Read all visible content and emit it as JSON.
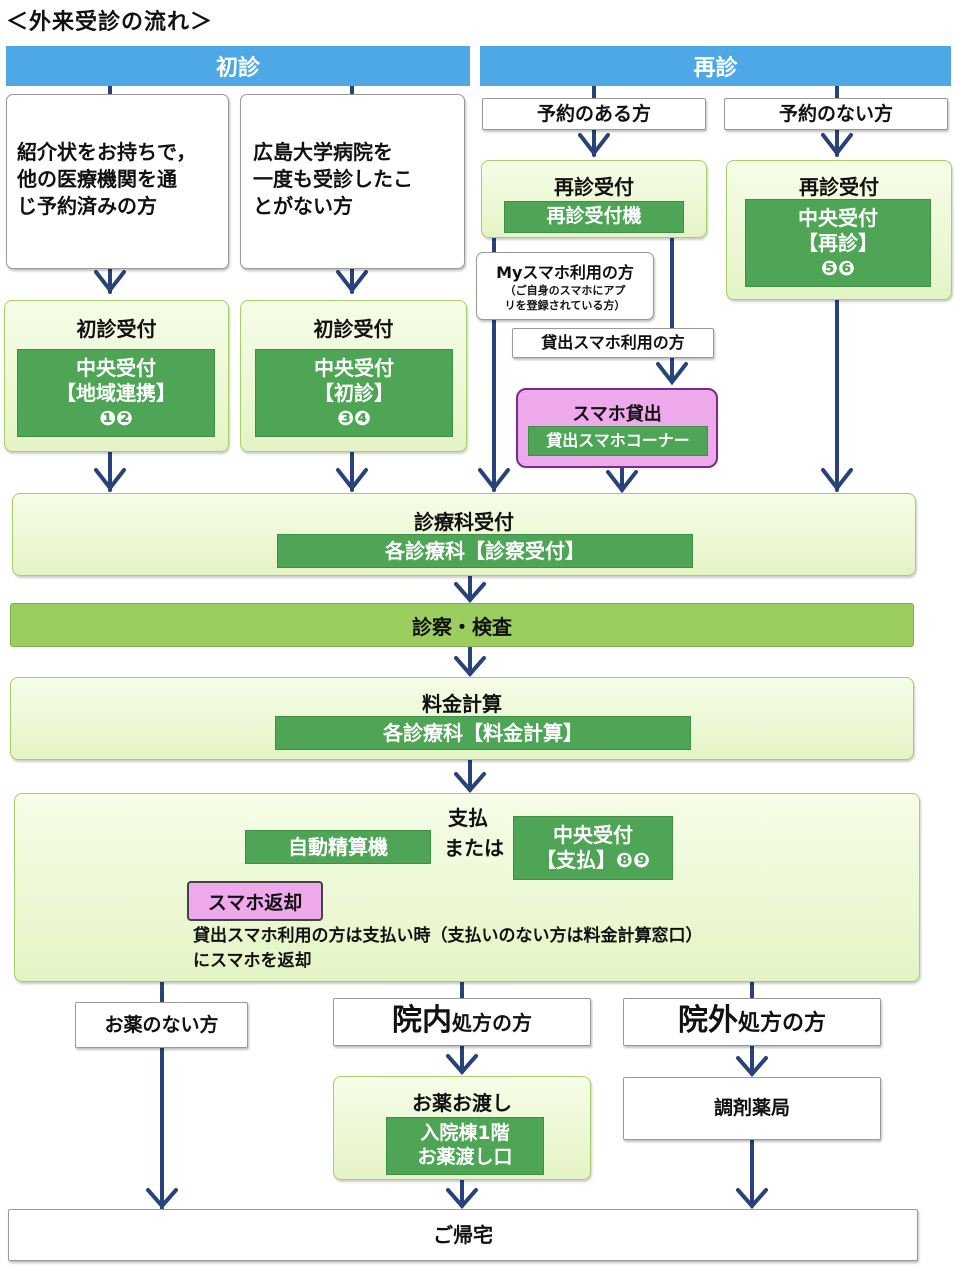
{
  "title": "＜外来受診の流れ＞",
  "headers": {
    "first_visit": "初診",
    "revisit": "再診"
  },
  "first": {
    "referral_text": [
      "紹介状をお持ちで，",
      "他の医療機関を通",
      "じ予約済みの方"
    ],
    "new_text": [
      "広島大学病院を",
      "一度も受診したこ",
      "とがない方"
    ],
    "reception_label": "初診受付",
    "left_counter": [
      "中央受付",
      "【地域連携】",
      "❶❷"
    ],
    "right_counter": [
      "中央受付",
      "【初診】",
      "❸❹"
    ]
  },
  "revisit": {
    "with_appointment": "予約のある方",
    "without_appointment": "予約のない方",
    "reception_label": "再診受付",
    "machine": "再診受付機",
    "central": [
      "中央受付",
      "【再診】",
      "❺❻"
    ],
    "my_phone": [
      "Myスマホ利用の方",
      "（ご自身のスマホにアプ",
      "リを登録されている方）"
    ],
    "loan_phone_user": "貸出スマホ利用の方",
    "loan_label": "スマホ貸出",
    "loan_corner": "貸出スマホコーナー"
  },
  "dept_reception": {
    "label": "診療科受付",
    "bar": "各診療科【診察受付】"
  },
  "exam": "診察・検査",
  "billing": {
    "label": "料金計算",
    "bar": "各診療科【料金計算】"
  },
  "payment": {
    "label": "支払",
    "machine": "自動精算機",
    "or": "または",
    "central": [
      "中央受付",
      "【支払】❽❾"
    ],
    "return_chip": "スマホ返却",
    "return_note": [
      "貸出スマホ利用の方は支払い時（支払いのない方は料金計算窓口）",
      "にスマホを返却"
    ]
  },
  "after": {
    "no_medicine": "お薬のない方",
    "inhouse_big": "院内",
    "inhouse_small": "処方の方",
    "outside_big": "院外",
    "outside_small": "処方の方",
    "handover_label": "お薬お渡し",
    "handover_bar": [
      "入院棟1階",
      "お薬渡し口"
    ],
    "pharmacy": "調剤薬局",
    "home": "ご帰宅"
  },
  "colors": {
    "header": "#4ea8e6",
    "green_bar": "#4ea556",
    "light_green": "#e8f6d2",
    "mid_green": "#9bcd5f",
    "pink": "#eea8ec",
    "arrow": "#28437a"
  }
}
